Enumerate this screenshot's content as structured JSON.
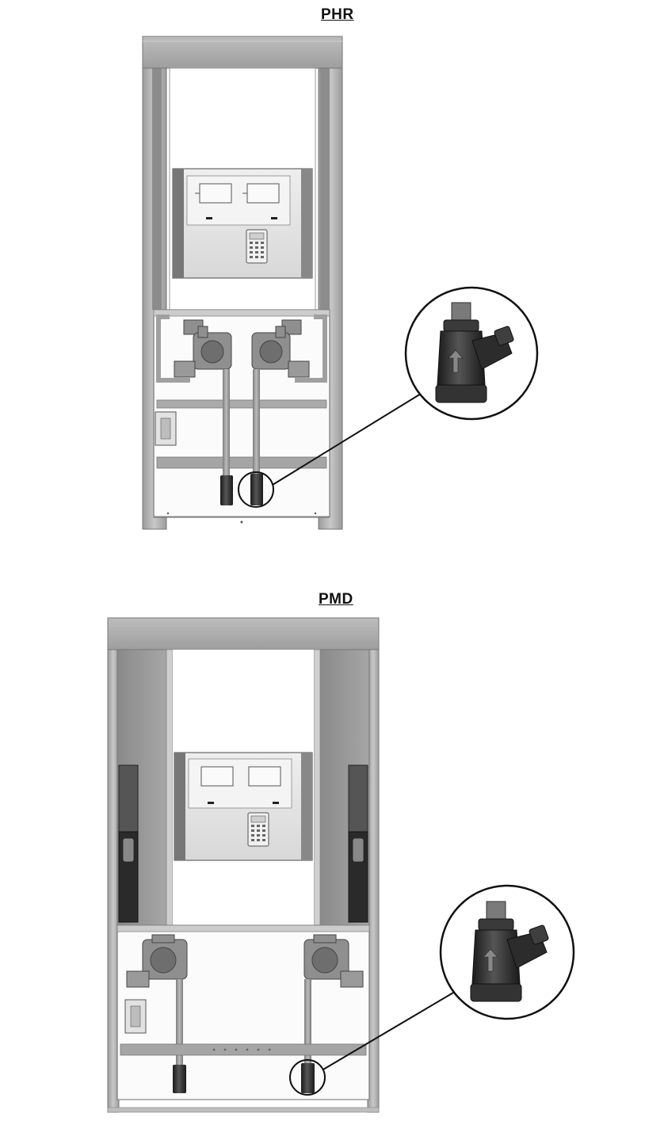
{
  "figures": [
    {
      "id": "phr",
      "label": "PHR"
    },
    {
      "id": "pmd",
      "label": "PMD"
    }
  ],
  "colors": {
    "background": "#ffffff",
    "frame": "#b4b4b4",
    "frame_dark": "#8c8c8c",
    "panel": "#e6e6e6",
    "pipe": "#9a9a9a",
    "strainer": "#2a2a2a",
    "callout_line": "#111111"
  },
  "icons": {
    "callout": "magnifier-circle",
    "strainer": "y-strainer-valve"
  }
}
